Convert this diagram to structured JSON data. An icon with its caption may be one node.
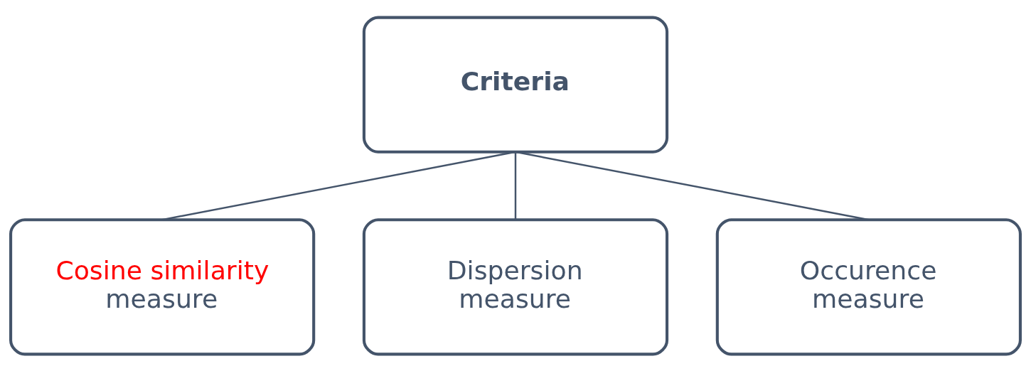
{
  "diagram": {
    "nodes": [
      {
        "text": [
          "Criteria"
        ]
      },
      {
        "text": [
          "Cosine similarity",
          "measure"
        ]
      },
      {
        "text": [
          "Dispersion measure"
        ]
      },
      {
        "text": [
          "Occurence measure"
        ]
      }
    ],
    "edges": [
      {
        "from": 0,
        "to": 1,
        "arrow": "none"
      },
      {
        "from": 0,
        "to": 2,
        "arrow": "none"
      },
      {
        "from": 0,
        "to": 3,
        "arrow": "none"
      }
    ]
  }
}
